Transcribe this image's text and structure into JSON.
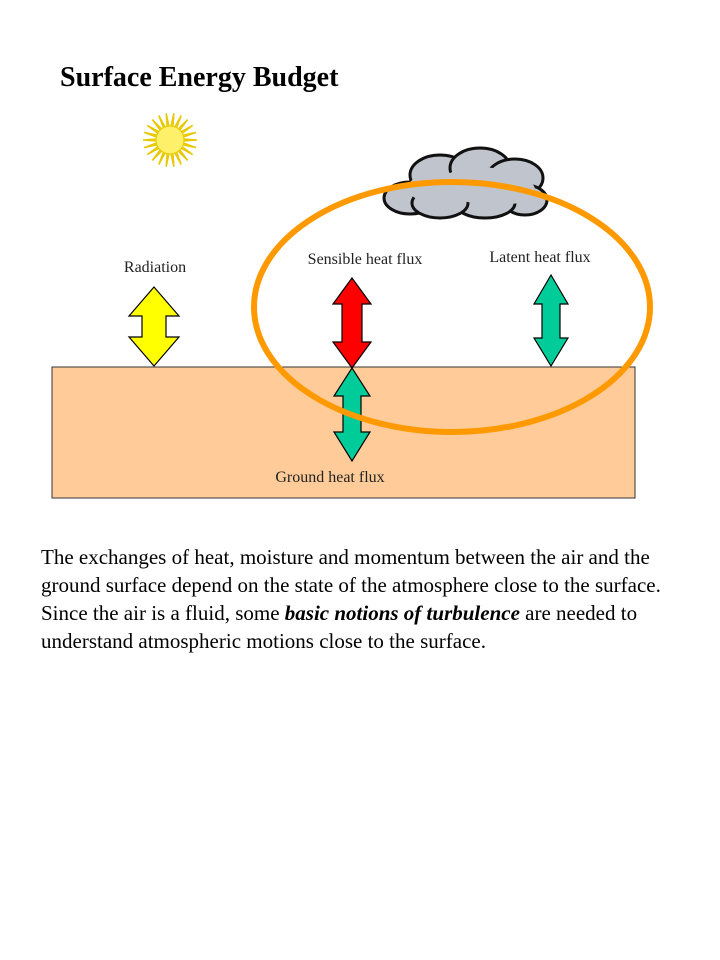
{
  "title": "Surface Energy Budget",
  "labels": {
    "radiation": "Radiation",
    "sensible": "Sensible heat flux",
    "latent": "Latent heat flux",
    "ground": "Ground heat flux"
  },
  "paragraph": {
    "part1": "The exchanges of heat, moisture and momentum between the air and the ground surface depend on the state of the atmosphere close to the surface. Since the air is a fluid, some ",
    "emphasis": "basic notions of turbulence",
    "part2": " are needed to understand atmospheric motions close to the surface."
  },
  "colors": {
    "ground": "#FFCC99",
    "radiation_arrow": "#FFFF00",
    "sensible_arrow": "#FF0000",
    "latent_arrow": "#00CC99",
    "ground_arrow": "#00CC99",
    "ellipse": "#FF9900",
    "cloud": "#C0C4CC",
    "sun": "#FFF06A"
  },
  "icons": [
    "sun-icon",
    "cloud-icon"
  ]
}
